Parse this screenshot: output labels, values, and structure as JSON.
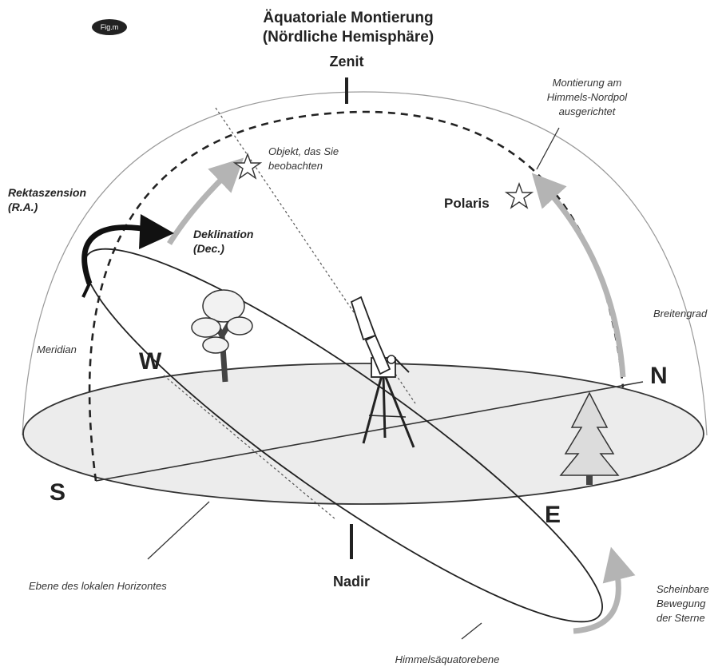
{
  "badge": "Fig.m",
  "title_line1": "Äquatoriale Montierung",
  "title_line2": "(Nördliche Hemisphäre)",
  "zenith": "Zenit",
  "nadir": "Nadir",
  "directions": {
    "n": "N",
    "s": "S",
    "e": "E",
    "w": "W"
  },
  "notes": {
    "mount_l1": "Montierung am",
    "mount_l2": "Himmels-Nordpol",
    "mount_l3": "ausgerichtet",
    "object_l1": "Objekt, das Sie",
    "object_l2": "beobachten",
    "latitude": "Breitengrad",
    "meridian": "Meridian",
    "horizon": "Ebene des lokalen Horizontes",
    "motion_l1": "Scheinbare",
    "motion_l2": "Bewegung",
    "motion_l3": "der Sterne",
    "equator_plane": "Himmelsäquatorebene"
  },
  "ra_l1": "Rektaszension",
  "ra_l2": "(R.A.)",
  "dec_l1": "Deklination",
  "dec_l2": "(Dec.)",
  "polaris": "Polaris",
  "colors": {
    "ink": "#222222",
    "grey_arrow": "#b4b4b4",
    "horizon_fill": "#ececec"
  }
}
